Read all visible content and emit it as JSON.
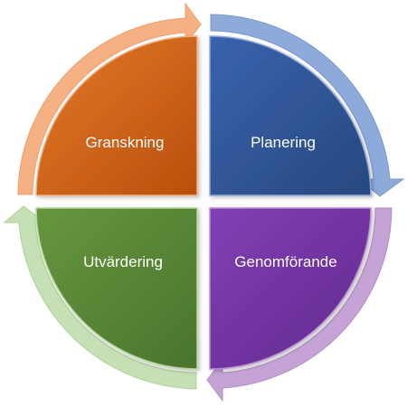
{
  "diagram": {
    "quadrants": [
      {
        "id": "top-left",
        "label": "Granskning",
        "fill": "#c65a12",
        "fill_light": "#e47a2a",
        "arrow": "#f5b183"
      },
      {
        "id": "top-right",
        "label": "Planering",
        "fill": "#2f5597",
        "fill_light": "#4470bd",
        "arrow": "#8eaadb"
      },
      {
        "id": "bottom-right",
        "label": "Genomförande",
        "fill": "#7030a0",
        "fill_light": "#8d4bbf",
        "arrow": "#c5a3d6"
      },
      {
        "id": "bottom-left",
        "label": "Utvärdering",
        "fill": "#548235",
        "fill_light": "#6e9f46",
        "arrow": "#c5e0b4"
      }
    ]
  }
}
